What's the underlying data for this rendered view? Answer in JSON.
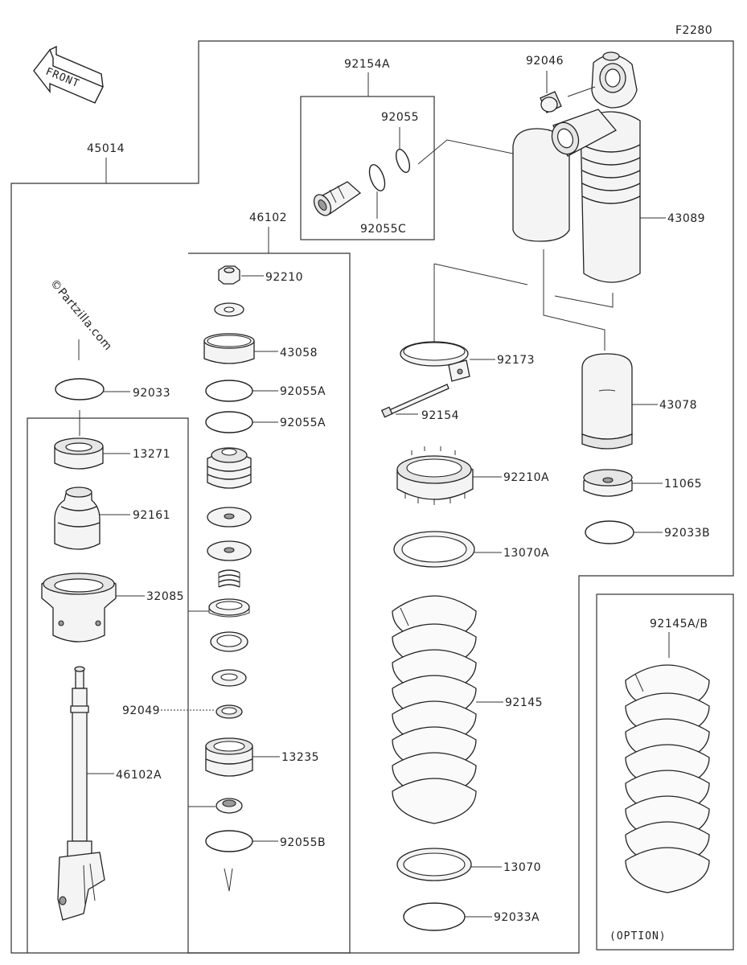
{
  "figure": {
    "code": "F2280",
    "front_label": "FRONT",
    "watermark": "©Partzilla.com",
    "option_label": "(OPTION)"
  },
  "parts": {
    "p45014": "45014",
    "p46102": "46102",
    "p92154A": "92154A",
    "p92055": "92055",
    "p92055C": "92055C",
    "p92046": "92046",
    "p43089": "43089",
    "p92210": "92210",
    "p43058": "43058",
    "p92055A_1": "92055A",
    "p92055A_2": "92055A",
    "p92033": "92033",
    "p13271": "13271",
    "p92161": "92161",
    "p32085": "32085",
    "p92049": "92049",
    "p13235": "13235",
    "p46102A": "46102A",
    "p92055B": "92055B",
    "p92173": "92173",
    "p92154": "92154",
    "p43078": "43078",
    "p11065": "11065",
    "p92033B": "92033B",
    "p92210A": "92210A",
    "p13070A": "13070A",
    "p92145": "92145",
    "p13070": "13070",
    "p92033A": "92033A",
    "p92145AB": "92145A/B"
  }
}
